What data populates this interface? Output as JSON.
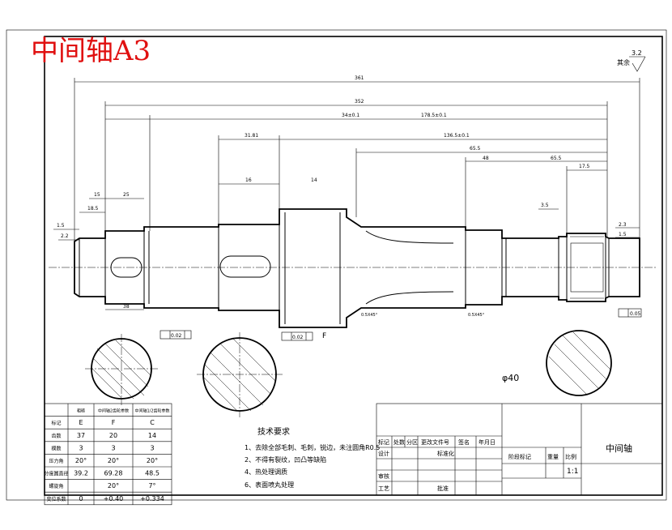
{
  "title_overlay": "中间轴A3",
  "roughness": {
    "value": "3.2",
    "label": "其余"
  },
  "dimensions": {
    "overall": "361",
    "span_bearing": "352",
    "left_part": "34±0.1",
    "right_part": "178.5±0.1",
    "keyway_pos": "31.81",
    "mid_span": "136.5±0.1",
    "gear_width": "65.5",
    "dim_25": "25",
    "dim_15": "15",
    "dim_18_5": "18.5",
    "dim_1_5": "1.5",
    "dim_2_2": "2.2",
    "dim_38": "38",
    "dim_14": "14",
    "dim_48": "48",
    "dim_6_5": "65.5",
    "dim_17_5": "17.5",
    "dim_3_5": "3.5",
    "dim_2_3": "2.3",
    "dim_1_5b": "1.5",
    "dim_16": "16",
    "chamfer1": "0.5X45°",
    "chamfer2": "0.5X45°",
    "label_f": "F",
    "phi40": "φ40",
    "tol_a": "0.02",
    "tol_b": "0.02",
    "tol_c": "0.05"
  },
  "gear_table": {
    "headers": [
      "",
      "粗糙",
      "中间轴2齿轮参数",
      "中间轴1/2齿轮参数"
    ],
    "rows": [
      [
        "标记",
        "E",
        "F",
        "C"
      ],
      [
        "齿数",
        "37",
        "20",
        "14"
      ],
      [
        "模数",
        "3",
        "3",
        "3"
      ],
      [
        "压力角",
        "20°",
        "20°",
        "20°"
      ],
      [
        "分度圆直径",
        "39.2",
        "69.28",
        "48.5"
      ],
      [
        "螺旋角",
        "",
        "20°",
        "7°"
      ],
      [
        "变位系数",
        "0",
        "+0.40",
        "+0.334"
      ]
    ]
  },
  "tech_requirements": {
    "heading": "技术要求",
    "items": [
      "1、去除全部毛刺、毛刺，锐边，未注圆角R0.5",
      "2、不得有裂纹，凹凸等缺陷",
      "4、热处理调质",
      "6、表面喷丸处理"
    ]
  },
  "title_block": {
    "part_name": "中间轴",
    "scale": "1:1",
    "labels": {
      "mark": "标记",
      "count": "处数",
      "zone": "分区",
      "doc_no": "更改文件号",
      "sign": "签名",
      "date": "年月日",
      "design": "设计",
      "standard": "标准化",
      "stage_mark": "阶段标记",
      "weight": "重量",
      "scale_label": "比例",
      "check": "审核",
      "process": "工艺",
      "approve": "批准"
    }
  }
}
